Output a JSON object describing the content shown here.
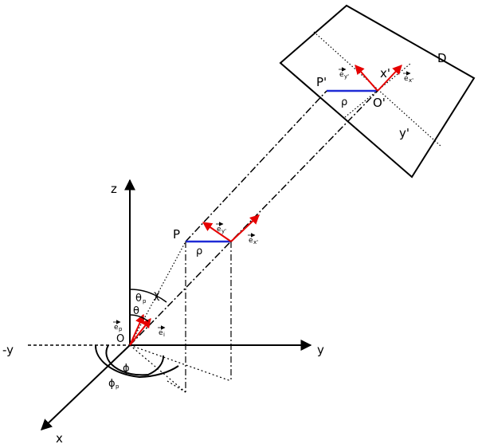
{
  "labels": {
    "detector": "D",
    "p_prime": "P'",
    "o_prime": "O'",
    "x_prime": "x'",
    "y_prime": "y'",
    "rho_top": "ρ",
    "e_y_prime_top": "e",
    "e_y_prime_top_sub": "y'",
    "e_x_prime_top": "e",
    "e_x_prime_top_sub": "x'",
    "z_axis": "z",
    "y_axis": "y",
    "neg_y_axis": "-y",
    "x_axis": "x",
    "point_p": "P",
    "rho_mid": "ρ",
    "e_y_prime_mid": "e",
    "e_y_prime_mid_sub": "y'",
    "e_x_prime_mid": "e",
    "e_x_prime_mid_sub": "x'",
    "theta_p": "θ",
    "theta_p_sub": "p",
    "chi": "χ",
    "theta": "θ",
    "e_p": "e",
    "e_p_sub": "p",
    "e_i": "e",
    "e_i_sub": "i",
    "origin": "O",
    "phi": "ϕ",
    "phi_p": "ϕ",
    "phi_p_sub": "p"
  },
  "colors": {
    "line": "#000000",
    "vector": "#e60000",
    "rho_segment": "#1f2bd6"
  }
}
